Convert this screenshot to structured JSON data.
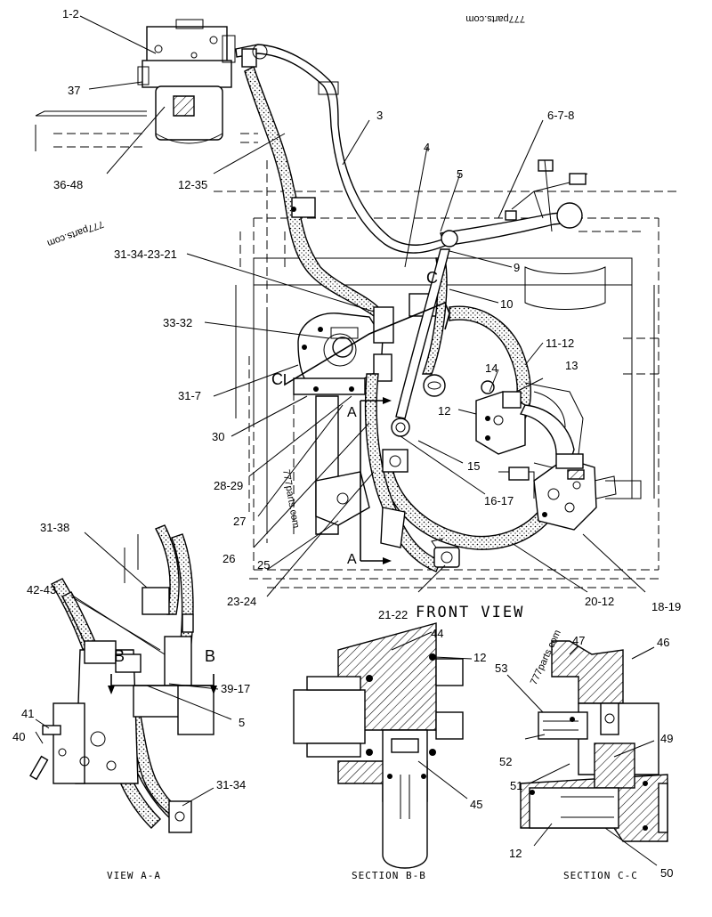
{
  "views": {
    "front": "FRONT VIEW",
    "view_aa": "VIEW A-A",
    "section_bb": "SECTION B-B",
    "section_cc": "SECTION C-C"
  },
  "watermark": "777parts.com",
  "section_markers": {
    "a": "A",
    "b": "B",
    "c": "C"
  },
  "callouts": [
    "1-2",
    "37",
    "36-48",
    "12-35",
    "3",
    "6-7-8",
    "4",
    "5",
    "31-34-23-21",
    "9",
    "10",
    "33-32",
    "11-12",
    "14",
    "13",
    "31-7",
    "12",
    "30",
    "15",
    "28-29",
    "16-17",
    "27",
    "26",
    "25",
    "23-24",
    "21-22",
    "20-12",
    "18-19",
    "31-38",
    "42-43",
    "39-17",
    "5",
    "41",
    "40",
    "31-34",
    "44",
    "12",
    "45",
    "47",
    "46",
    "53",
    "49",
    "52",
    "51",
    "12",
    "50"
  ]
}
